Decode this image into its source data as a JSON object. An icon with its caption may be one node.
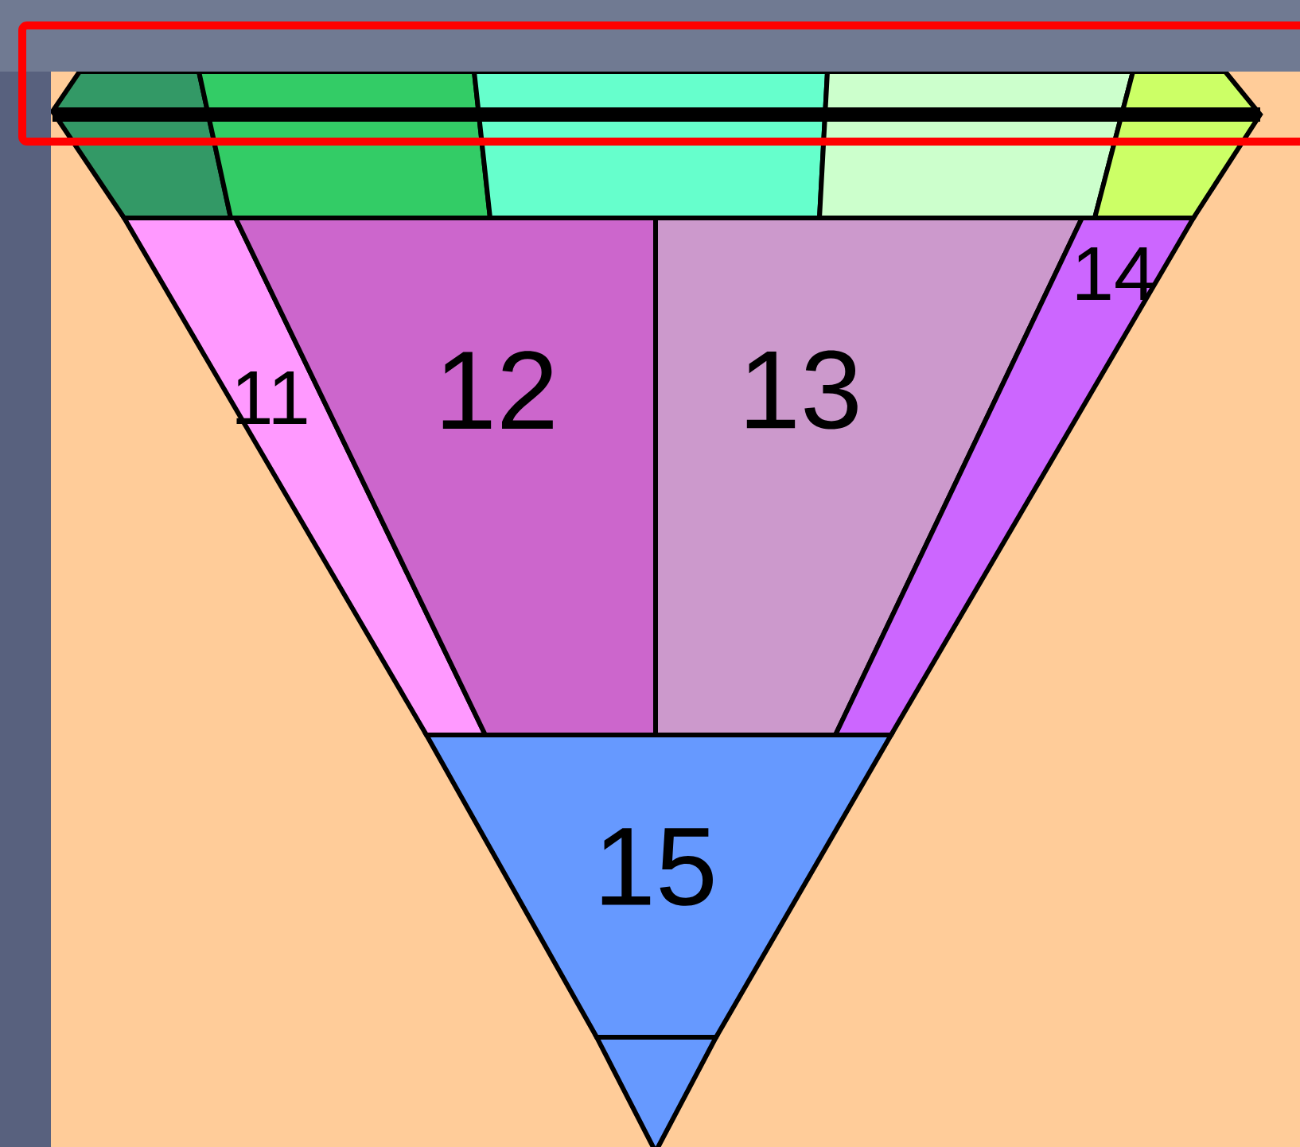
{
  "diagram": {
    "nodes": [
      {
        "text": [],
        "shape": "trapezoid"
      },
      {
        "text": [],
        "shape": "trapezoid"
      },
      {
        "text": [],
        "shape": "trapezoid"
      },
      {
        "text": [],
        "shape": "trapezoid"
      },
      {
        "text": [],
        "shape": "trapezoid"
      },
      {
        "text": [
          "11"
        ]
      },
      {
        "text": [
          "12"
        ]
      },
      {
        "text": [
          "13"
        ]
      },
      {
        "text": [
          "14"
        ]
      },
      {
        "text": [
          "15"
        ]
      },
      {
        "text": [],
        "shape": "triangle"
      }
    ]
  }
}
